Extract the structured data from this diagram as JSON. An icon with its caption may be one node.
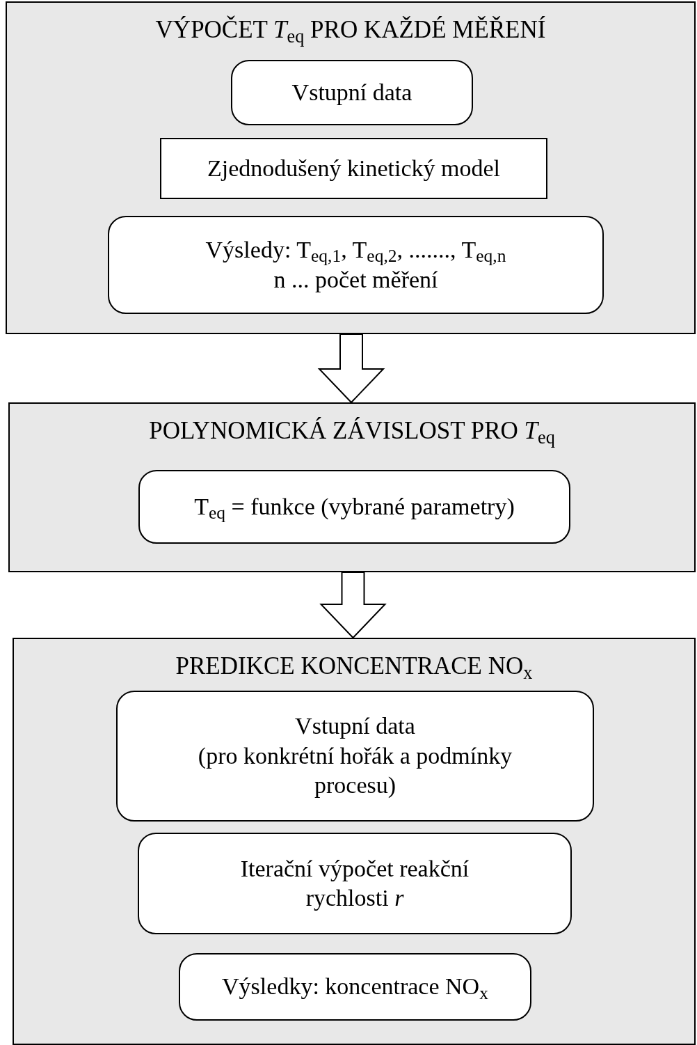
{
  "diagram": {
    "nodes": [
      {
        "text": [
          "VÝPOČET *T*$_{eq}$ PRO KAŽDÉ MĚŘENÍ"
        ]
      },
      {
        "text": [
          "Vstupní data"
        ],
        "in": 0
      },
      {
        "text": [
          "Zjednodušený kinetický model"
        ],
        "in": 0
      },
      {
        "text": [
          "Výsledy: T$_{eq,1}$, T$_{eq,2}$, ......., T$_{eq,n}$",
          "n ... počet měření"
        ],
        "in": 0
      },
      {
        "text": [
          "POLYNOMICKÁ ZÁVISLOST PRO *T*$_{eq}$"
        ]
      },
      {
        "text": [
          "T$_{eq}$ = funkce (vybrané parametry)"
        ],
        "in": 4
      },
      {
        "text": [
          "PREDIKCE KONCENTRACE NO$_{x}$"
        ]
      },
      {
        "text": [
          "Vstupní data",
          "(pro konkrétní hořák a podmínky procesu)"
        ],
        "in": 6
      },
      {
        "text": [
          "Iterační výpočet reakční rychlosti *r*"
        ],
        "in": 6
      },
      {
        "text": [
          "Výsledky: koncentrace NO$_{x}$"
        ],
        "in": 6
      }
    ],
    "edges": [
      {
        "from": 0,
        "to": 4,
        "arrow": "to"
      },
      {
        "from": 4,
        "to": 6,
        "arrow": "to"
      }
    ]
  }
}
